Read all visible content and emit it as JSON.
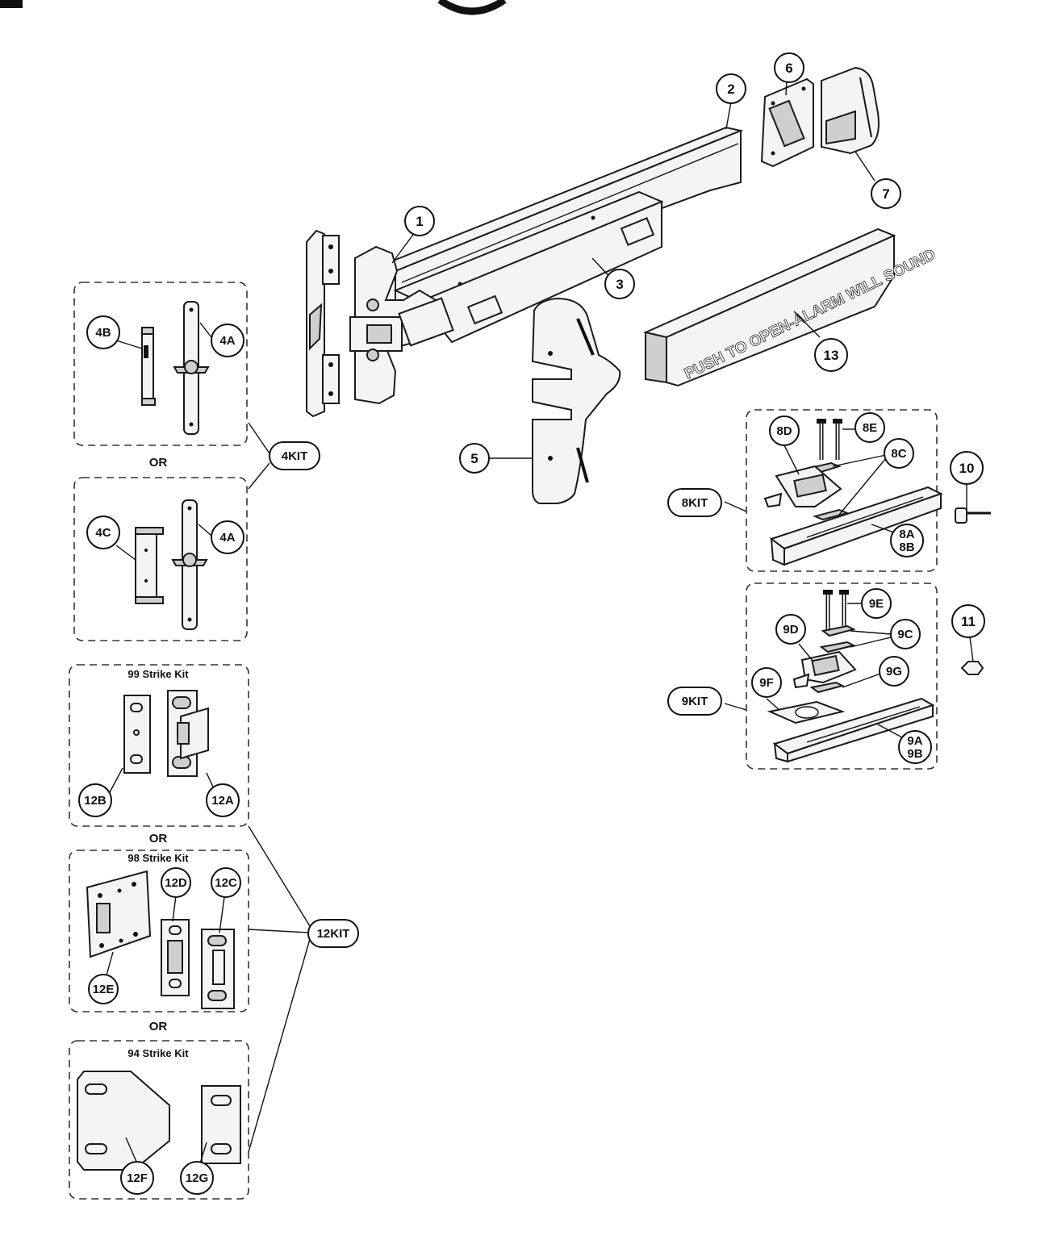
{
  "callouts": {
    "c1": "1",
    "c2": "2",
    "c3": "3",
    "c5": "5",
    "c6": "6",
    "c7": "7",
    "c10": "10",
    "c11": "11",
    "c13": "13",
    "c4a_top": "4A",
    "c4b": "4B",
    "c4kit": "4KIT",
    "c4c": "4C",
    "c4a_bottom": "4A",
    "c8d": "8D",
    "c8e": "8E",
    "c8c": "8C",
    "c8kit": "8KIT",
    "c8a": "8A",
    "c8b": "8B",
    "c9e": "9E",
    "c9d": "9D",
    "c9c": "9C",
    "c9g": "9G",
    "c9f": "9F",
    "c9kit": "9KIT",
    "c9a": "9A",
    "c9b": "9B",
    "c12a": "12A",
    "c12b": "12B",
    "c12c": "12C",
    "c12d": "12D",
    "c12e": "12E",
    "c12f": "12F",
    "c12g": "12G",
    "c12kit": "12KIT"
  },
  "or_labels": {
    "or1": "OR",
    "or2": "OR",
    "or3": "OR"
  },
  "kit_titles": {
    "k99": "99 Strike Kit",
    "k98": "98 Strike Kit",
    "k94": "94 Strike Kit"
  },
  "push_bar_text": "PUSH TO OPEN-ALARM WILL SOUND",
  "colors": {
    "line": "#1a1a1a",
    "fill": "#f4f4f4",
    "background": "#ffffff"
  }
}
